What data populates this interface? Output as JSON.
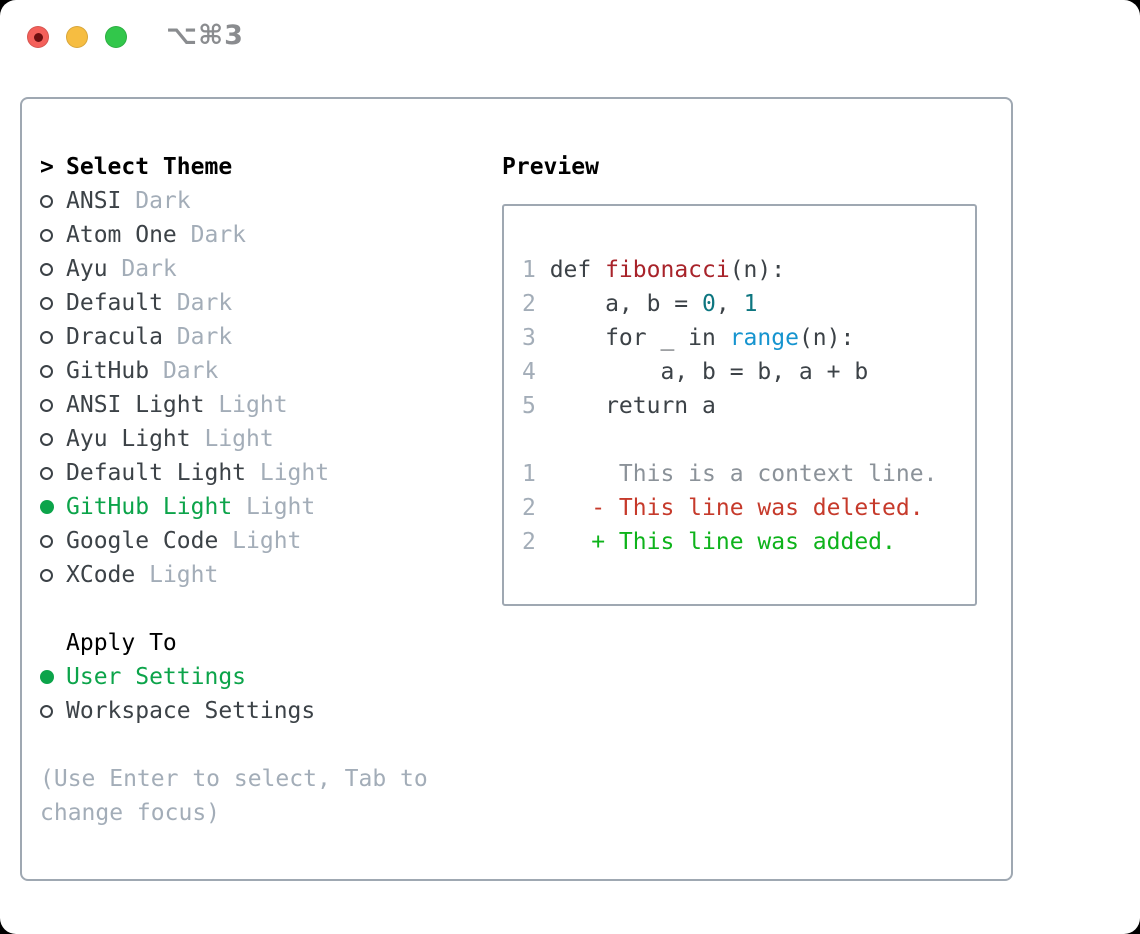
{
  "titlebar": {
    "title": "⌥⌘3",
    "buttons": [
      {
        "name": "close"
      },
      {
        "name": "minimize"
      },
      {
        "name": "zoom"
      }
    ]
  },
  "theme_panel": {
    "header": {
      "prefix": ">",
      "label": "Select Theme"
    },
    "themes": [
      {
        "name": "ANSI",
        "tag": "Dark",
        "selected": false
      },
      {
        "name": "Atom One",
        "tag": "Dark",
        "selected": false
      },
      {
        "name": "Ayu",
        "tag": "Dark",
        "selected": false
      },
      {
        "name": "Default",
        "tag": "Dark",
        "selected": false
      },
      {
        "name": "Dracula",
        "tag": "Dark",
        "selected": false
      },
      {
        "name": "GitHub",
        "tag": "Dark",
        "selected": false
      },
      {
        "name": "ANSI Light",
        "tag": "Light",
        "selected": false
      },
      {
        "name": "Ayu Light",
        "tag": "Light",
        "selected": false
      },
      {
        "name": "Default Light",
        "tag": "Light",
        "selected": false
      },
      {
        "name": "GitHub Light",
        "tag": "Light",
        "selected": true
      },
      {
        "name": "Google Code",
        "tag": "Light",
        "selected": false
      },
      {
        "name": "XCode",
        "tag": "Light",
        "selected": false
      }
    ],
    "apply_to": {
      "header": "Apply To",
      "options": [
        {
          "name": "User Settings",
          "selected": true
        },
        {
          "name": "Workspace Settings",
          "selected": false
        }
      ]
    },
    "hint_lines": [
      "(Use Enter to select, Tab to",
      "change focus)"
    ]
  },
  "preview": {
    "header": "Preview",
    "lines": [
      {
        "num": "1",
        "tokens": [
          {
            "t": "def ",
            "c": "code"
          },
          {
            "t": "fibonacci",
            "c": "func"
          },
          {
            "t": "(n):",
            "c": "code"
          }
        ]
      },
      {
        "num": "2",
        "tokens": [
          {
            "t": "    a, b = ",
            "c": "code"
          },
          {
            "t": "0",
            "c": "num"
          },
          {
            "t": ", ",
            "c": "code"
          },
          {
            "t": "1",
            "c": "num"
          }
        ]
      },
      {
        "num": "3",
        "tokens": [
          {
            "t": "    for _ in ",
            "c": "code"
          },
          {
            "t": "range",
            "c": "builtin"
          },
          {
            "t": "(n):",
            "c": "code"
          }
        ]
      },
      {
        "num": "4",
        "tokens": [
          {
            "t": "        a, b = b, a + b",
            "c": "code"
          }
        ]
      },
      {
        "num": "5",
        "tokens": [
          {
            "t": "    return a",
            "c": "code"
          }
        ]
      },
      {
        "num": "",
        "tokens": []
      },
      {
        "num": "1",
        "tokens": [
          {
            "t": "     This is a context line.",
            "c": "context"
          }
        ]
      },
      {
        "num": "2",
        "tokens": [
          {
            "t": "   - This line was deleted.",
            "c": "deleted"
          }
        ]
      },
      {
        "num": "2",
        "tokens": [
          {
            "t": "   + This line was added.",
            "c": "added"
          }
        ]
      }
    ]
  },
  "colors": {
    "selection_green": "#0ca44a",
    "added_green": "#0eb31b",
    "deleted_red": "#c63a2b",
    "function_red": "#a8232a",
    "number_teal": "#0d7680",
    "builtin_blue": "#1694cf",
    "text_dark": "#3c4247",
    "muted_gray": "#a3adb8",
    "context_gray": "#8b9299",
    "border_gray": "#9fa8b2",
    "title_gray": "#8a8c8f",
    "traffic_red": "#f4605a",
    "traffic_red_dot": "#6d0f10",
    "traffic_yellow": "#f6bd41",
    "traffic_green": "#32c74b"
  }
}
